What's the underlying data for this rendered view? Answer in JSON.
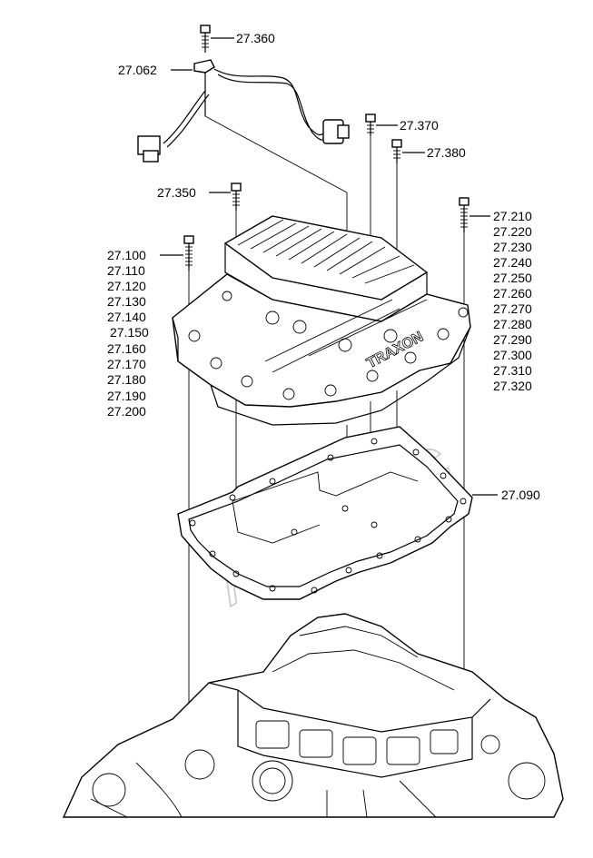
{
  "watermark": "Autodoc",
  "casting_text": "TRAXON",
  "callouts": {
    "c27_360": "27.360",
    "c27_062": "27.062",
    "c27_370": "27.370",
    "c27_380": "27.380",
    "c27_350": "27.350",
    "c27_090": "27.090"
  },
  "group_right": [
    "27.210",
    "27.220",
    "27.230",
    "27.240",
    "27.250",
    "27.260",
    "27.270",
    "27.280",
    "27.290",
    "27.300",
    "27.310",
    "27.320"
  ],
  "group_left": [
    "27.100",
    "27.110",
    "27.120",
    "27.130",
    "27.140",
    "27.150",
    "27.160",
    "27.170",
    "27.180",
    "27.190",
    "27.200"
  ]
}
